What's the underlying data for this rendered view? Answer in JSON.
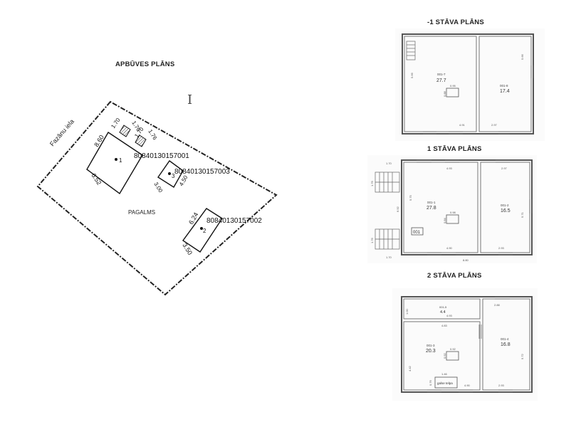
{
  "site_plan": {
    "title": "APBŪVES PLĀNS",
    "street": "Fazānu iela",
    "yard": "PAGALMS",
    "buildings": [
      {
        "num": "1",
        "cadastre": "80840130157001",
        "dims": [
          "8.60",
          "6.52"
        ]
      },
      {
        "num": "3",
        "cadastre": "80840130157003",
        "dims": [
          "4.50",
          "3.00"
        ]
      },
      {
        "num": "2",
        "cadastre": "80840130157002",
        "dims": [
          "6.24",
          "3.50"
        ]
      }
    ],
    "extra_dims": [
      "1.70",
      "1.76",
      "1.70",
      "1.76"
    ]
  },
  "floor_minus1": {
    "title": "-1 STĀVA PLĀNS",
    "rooms": [
      {
        "code": "001-7",
        "area": "27.7"
      },
      {
        "code": "001-8",
        "area": "17.4"
      }
    ],
    "dims": [
      "5.66",
      "4.91",
      "2.97",
      "5.66",
      "0.95",
      "0.88"
    ]
  },
  "floor_1": {
    "title": "1 STĀVA PLĀNS",
    "rooms": [
      {
        "code": "001-1",
        "area": "27.8"
      },
      {
        "code": "001-2",
        "area": "16.5"
      }
    ],
    "tag": "001",
    "dims": [
      "1.70",
      "1.76",
      "1.70",
      "1.76",
      "4.93",
      "2.97",
      "5.75",
      "6.92",
      "0.98",
      "0.84",
      "5.71",
      "4.90",
      "2.93",
      "8.80"
    ]
  },
  "floor_2": {
    "title": "2 STĀVA PLĀNS",
    "rooms": [
      {
        "code": "001-3",
        "area": "20.3"
      },
      {
        "code": "001-4",
        "area": "16.8"
      },
      {
        "code": "001-5",
        "area": "4.4"
      }
    ],
    "stair_label": "galse telpa",
    "dims": [
      "2.88",
      "1.00",
      "4.93",
      "4.83",
      "0.92",
      "0.92",
      "4.42",
      "5.72",
      "1.46",
      "4.90",
      "2.93",
      "0.76"
    ]
  }
}
